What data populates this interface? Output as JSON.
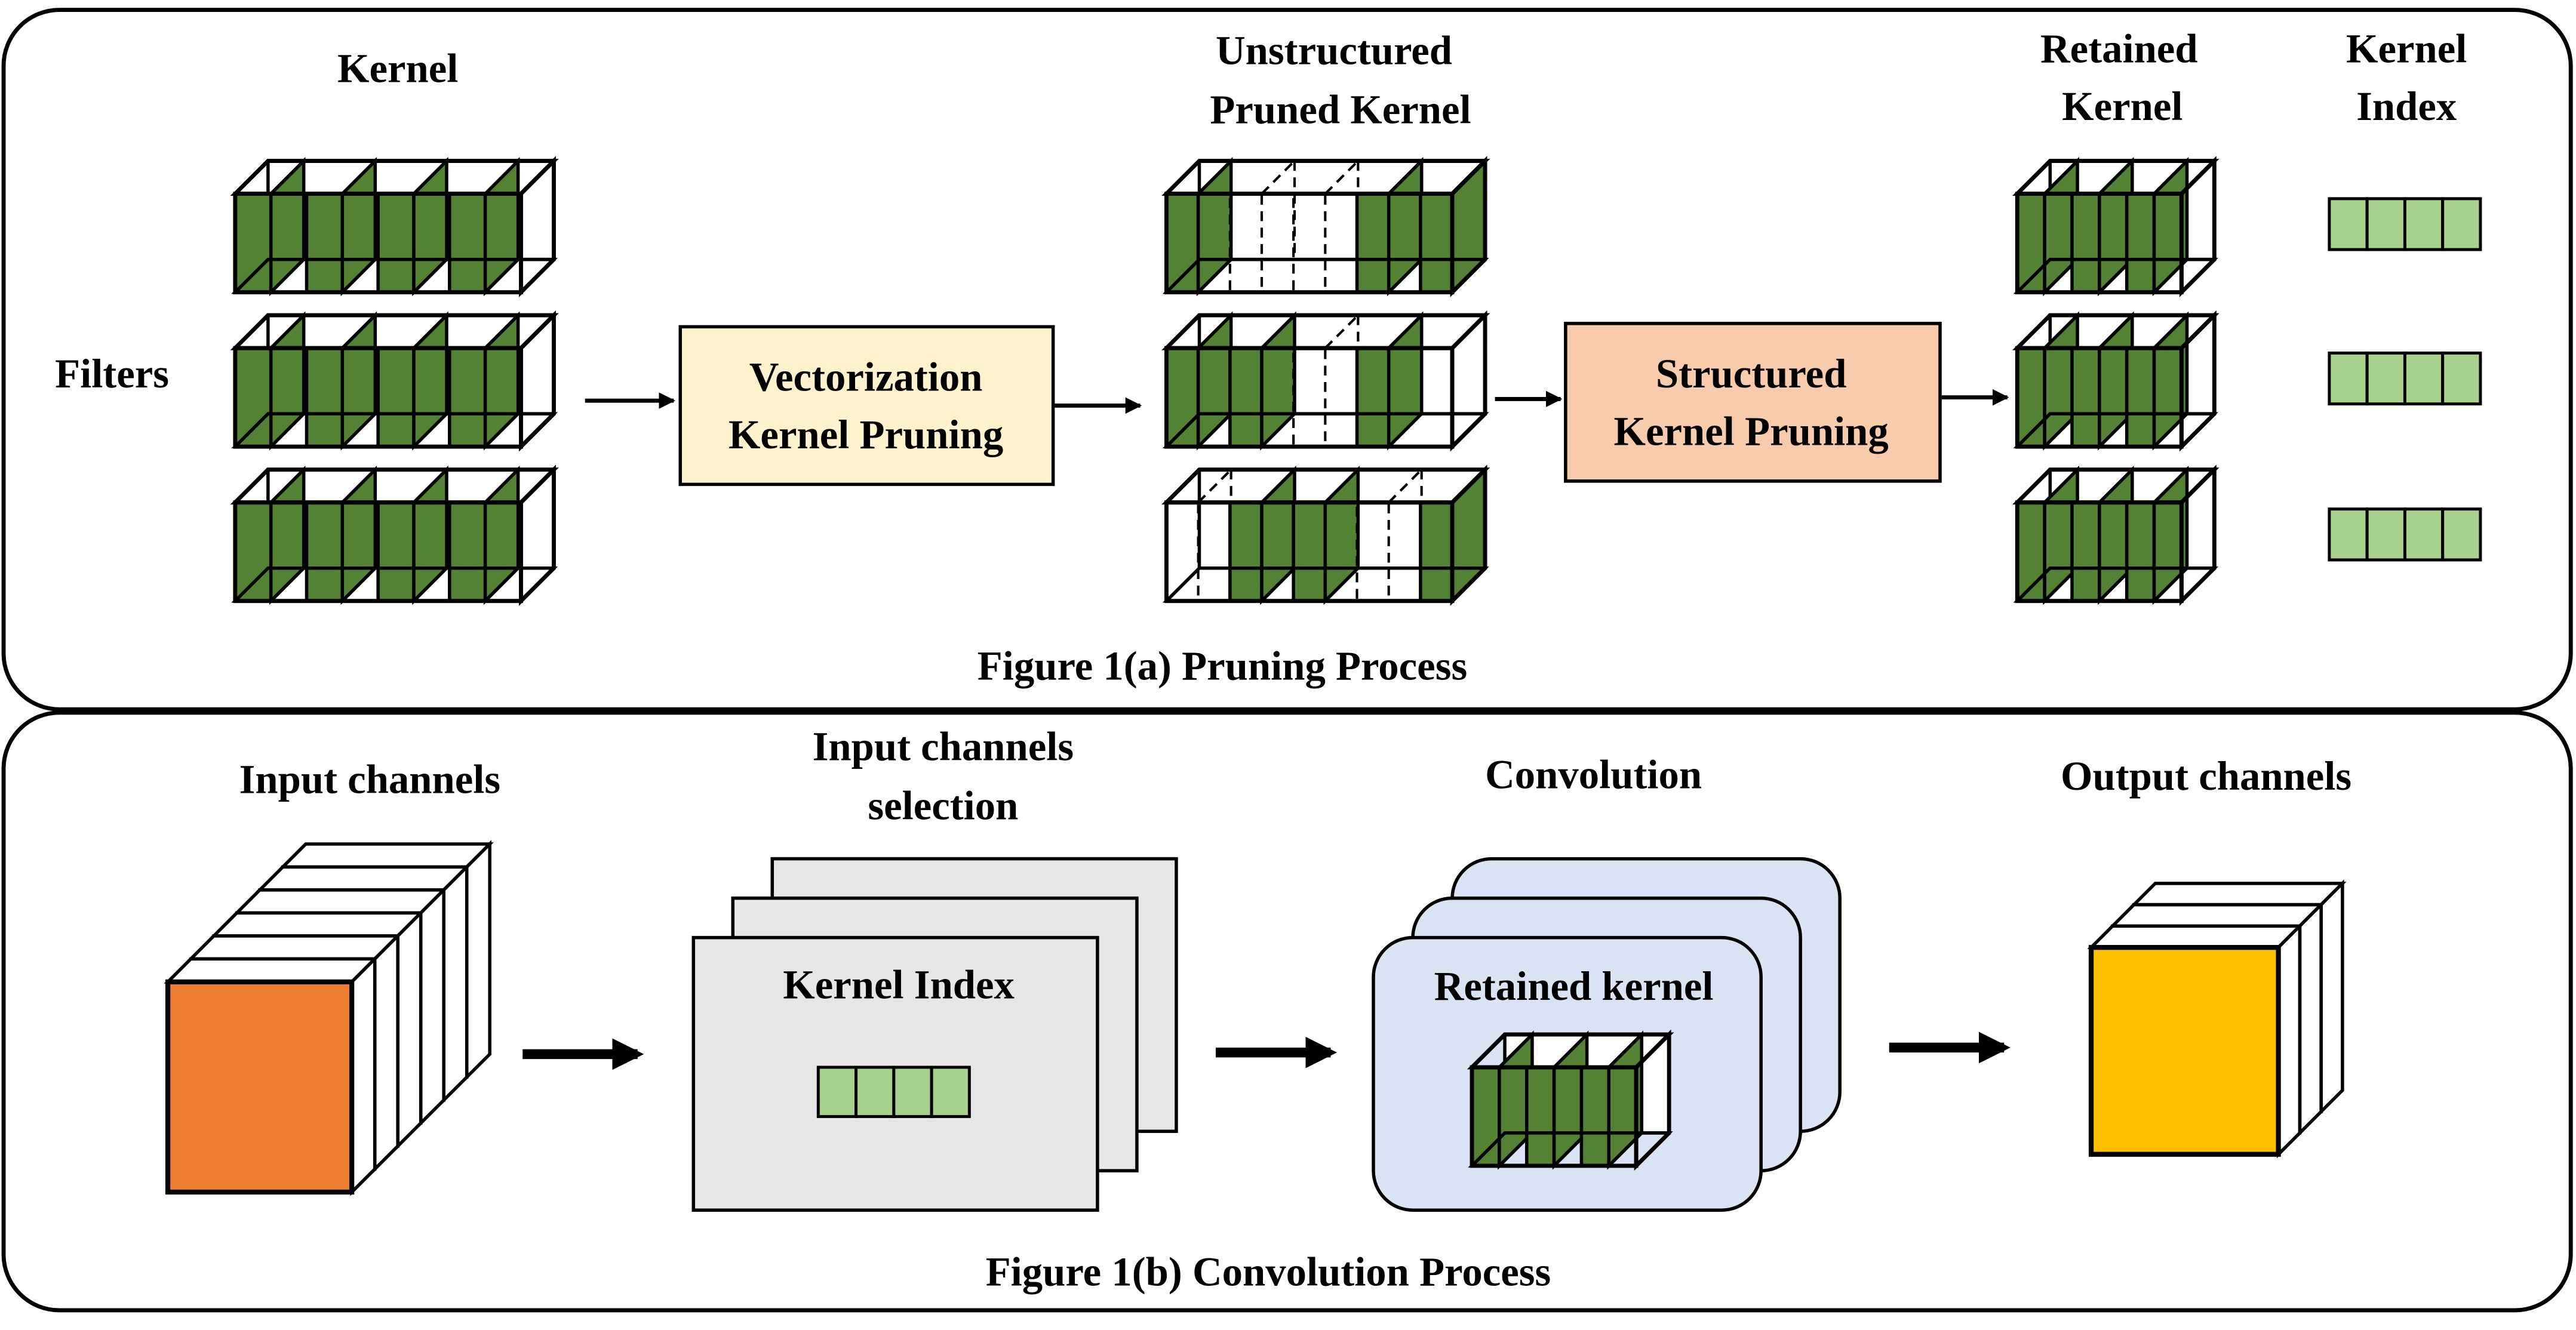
{
  "panel_a": {
    "caption": "Figure 1(a) Pruning Process",
    "filters_label": "Filters",
    "kernel_header": "Kernel",
    "unstructured_header_line1": "Unstructured",
    "unstructured_header_line2": "Pruned Kernel",
    "retained_header_line1": "Retained",
    "retained_header_line2": "Kernel",
    "index_header_line1": "Kernel",
    "index_header_line2": "Index",
    "vectorization_box_line1": "Vectorization",
    "vectorization_box_line2": "Kernel Pruning",
    "structured_box_line1": "Structured",
    "structured_box_line2": "Kernel Pruning"
  },
  "panel_b": {
    "caption": "Figure 1(b) Convolution Process",
    "input_channels_header": "Input channels",
    "selection_header_line1": "Input channels",
    "selection_header_line2": "selection",
    "convolution_header": "Convolution",
    "output_channels_header": "Output channels",
    "kernel_index_label": "Kernel Index",
    "retained_kernel_label": "Retained kernel"
  },
  "colors": {
    "kernel_green": "#548235",
    "index_green": "#a9d18e",
    "vectorization_fill": "#fff2cc",
    "structured_fill": "#f8cbad",
    "input_orange": "#ed7d31",
    "output_yellow": "#ffc000",
    "selection_gray": "#e7e6e6",
    "convolution_blue": "#dae3f3"
  }
}
